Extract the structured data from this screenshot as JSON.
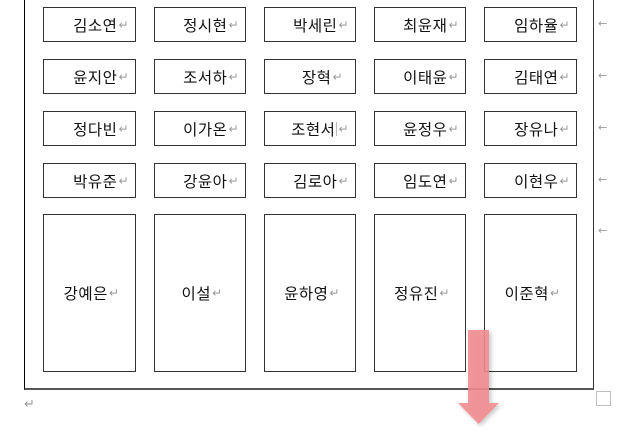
{
  "document": {
    "table": {
      "rows": [
        [
          "김소연",
          "정시현",
          "박세린",
          "최윤재",
          "임하율"
        ],
        [
          "윤지안",
          "조서하",
          "장혁",
          "이태윤",
          "김태연"
        ],
        [
          "정다빈",
          "이가온",
          "조현서",
          "윤정우",
          "장유나"
        ],
        [
          "박유준",
          "강윤아",
          "김로아",
          "임도연",
          "이현우"
        ],
        [
          "강예은",
          "이설",
          "윤하영",
          "정유진",
          "이준혁"
        ]
      ]
    },
    "paragraph_mark": "↵",
    "row_end_mark": "←",
    "cell_end_mark": "↵"
  },
  "overlay": {
    "arrow_color": "#f08a8e",
    "arrow_direction": "down"
  }
}
